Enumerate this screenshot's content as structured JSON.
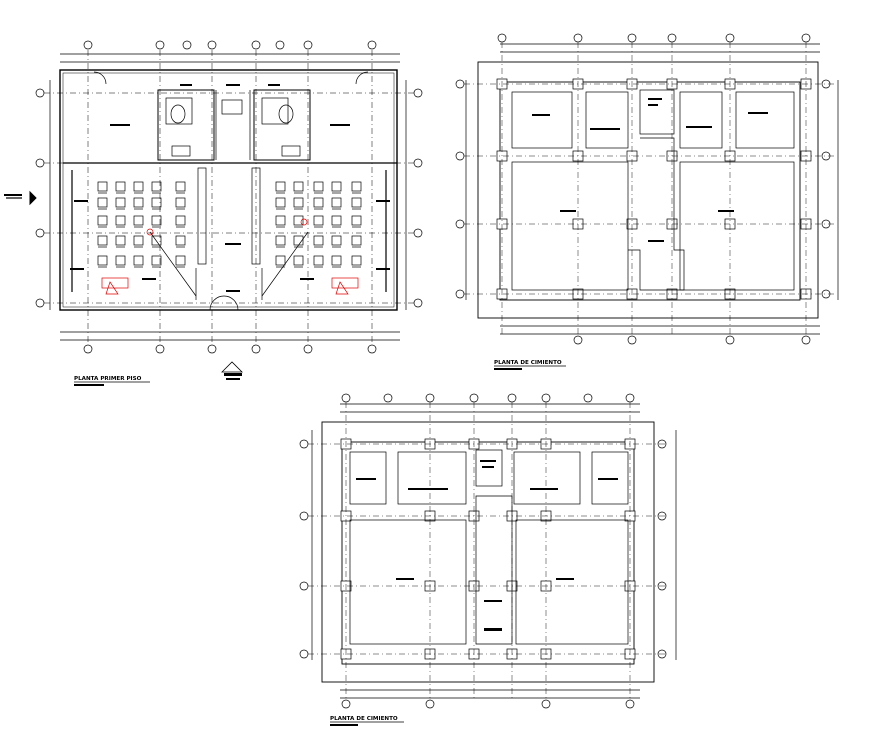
{
  "sheet": {
    "drawings": [
      {
        "id": "first-floor",
        "title": "PLANTA PRIMER PISO",
        "scale_note": "",
        "features": [
          "classroom seating",
          "toilet rooms",
          "entrance doors",
          "red furniture symbols"
        ]
      },
      {
        "id": "foundation-a",
        "title": "PLANTA DE CIMIENTO",
        "scale_note": "",
        "features": [
          "strip footings",
          "column axes",
          "slab panels"
        ]
      },
      {
        "id": "foundation-b",
        "title": "PLANTA DE CIMIENTO",
        "scale_note": "",
        "features": [
          "strip footings",
          "column axes",
          "slab panels"
        ]
      }
    ],
    "colors": {
      "line": "#000000",
      "accent": "#e00000",
      "paper": "#ffffff"
    },
    "icons": [
      "north-arrow-icon",
      "entrance-arrow-icon"
    ]
  }
}
